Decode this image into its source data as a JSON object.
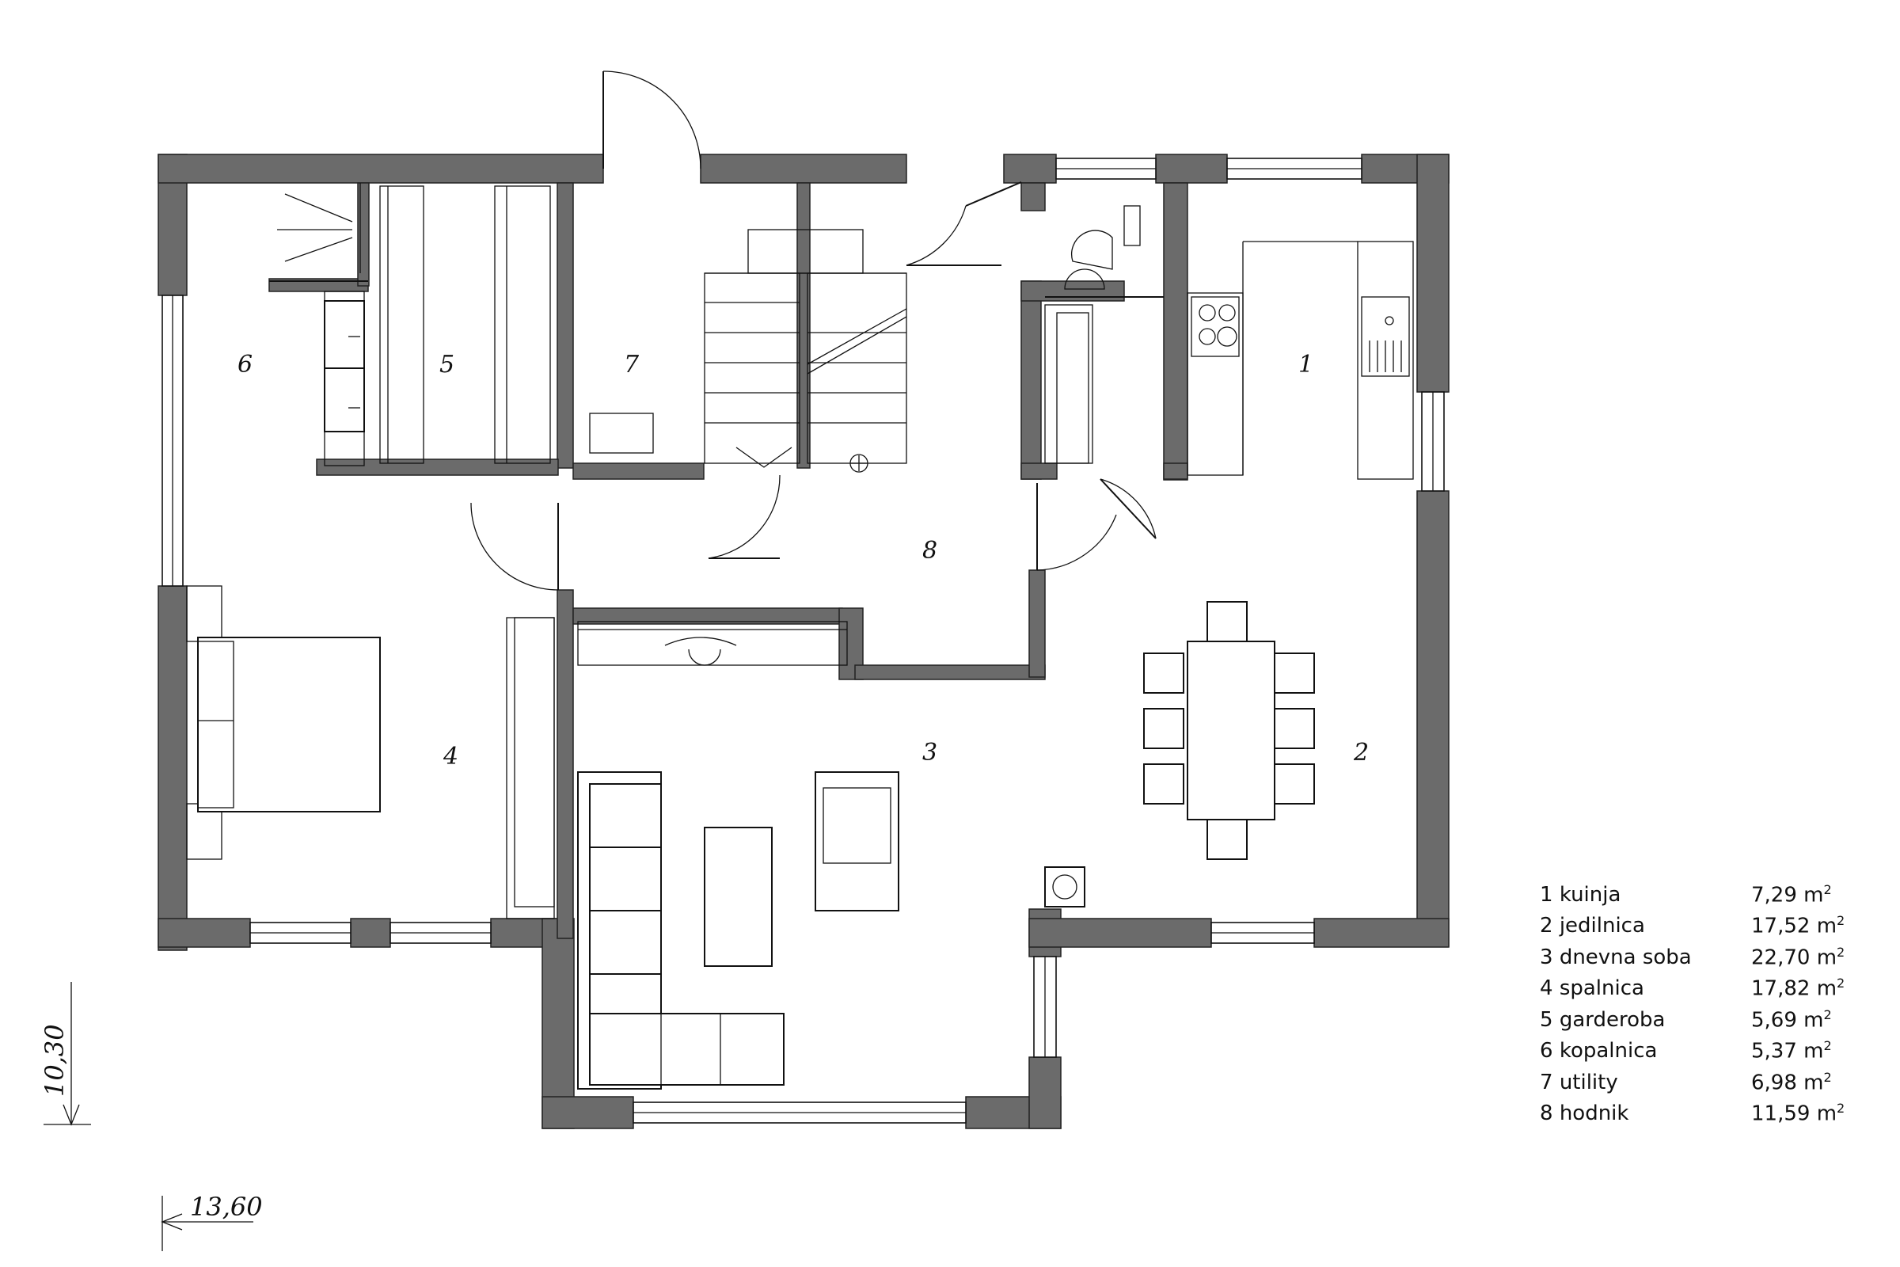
{
  "rooms": [
    {
      "num": "1",
      "name": "kuinja",
      "area": "7,29"
    },
    {
      "num": "2",
      "name": "jedilnica",
      "area": "17,52"
    },
    {
      "num": "3",
      "name": "dnevna soba",
      "area": "22,70"
    },
    {
      "num": "4",
      "name": "spalnica",
      "area": "17,82"
    },
    {
      "num": "5",
      "name": "garderoba",
      "area": "5,69"
    },
    {
      "num": "6",
      "name": "kopalnica",
      "area": "5,37"
    },
    {
      "num": "7",
      "name": "utility",
      "area": "6,98"
    },
    {
      "num": "8",
      "name": "hodnik",
      "area": "11,59"
    }
  ],
  "area_unit": "m",
  "area_unit_exp": "2",
  "dimensions": {
    "depth": "10,30",
    "width": "13,60"
  },
  "colors": {
    "wall": "#6b6b6b",
    "line": "#111111",
    "background": "#ffffff"
  }
}
